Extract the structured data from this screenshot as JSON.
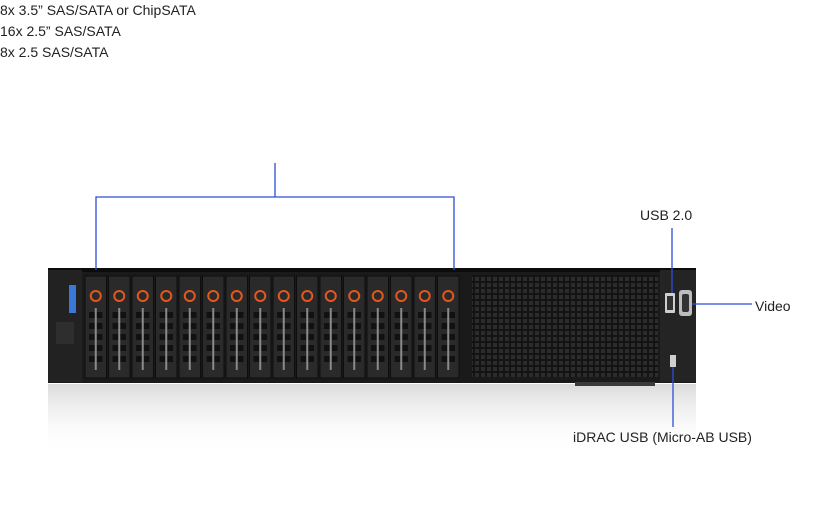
{
  "labels": {
    "drive_bays": [
      "8x 3.5” SAS/SATA or ChipSATA",
      "16x 2.5” SAS/SATA",
      "8x 2.5 SAS/SATA"
    ],
    "usb2": "USB 2.0",
    "video": "Video",
    "idrac_usb": "iDRAC USB (Micro-AB USB)"
  },
  "colors": {
    "callout_line": "#2a4fd6",
    "chassis": "#1a1a1a",
    "bay_latch": "#e4571f",
    "text": "#222222"
  },
  "drive_bay_count": 16
}
